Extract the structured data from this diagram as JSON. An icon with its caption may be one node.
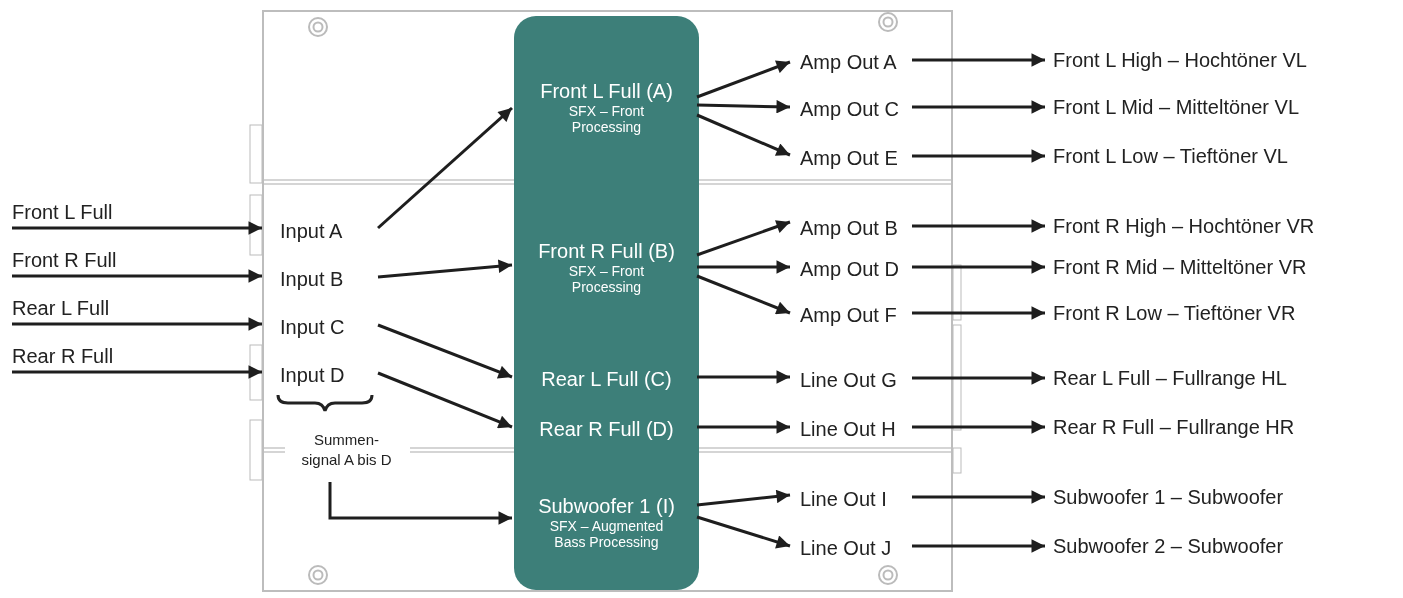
{
  "diagram": {
    "nodes": [
      {
        "text": [],
        "shape": "box"
      },
      {
        "text": [],
        "shape": "box",
        "in": 0
      },
      {
        "text": [
          "Front L Full (A)",
          "SFX – Front Processing"
        ],
        "in": 1
      },
      {
        "text": [
          "Front R Full (B)",
          "SFX – Front Processing"
        ],
        "in": 1
      },
      {
        "text": [
          "Rear L Full (C)"
        ],
        "in": 1
      },
      {
        "text": [
          "Rear R Full (D)"
        ],
        "in": 1
      },
      {
        "text": [
          "Subwoofer 1 (I)",
          "SFX – Augmented Bass Processing"
        ],
        "in": 1
      },
      {
        "text": [
          "Input A"
        ],
        "in": 0
      },
      {
        "text": [
          "Input B"
        ],
        "in": 0
      },
      {
        "text": [
          "Input C"
        ],
        "in": 0
      },
      {
        "text": [
          "Input D"
        ],
        "in": 0
      },
      {
        "text": [
          "Summen- signal A bis D"
        ],
        "in": 0
      },
      {
        "text": [
          "Amp Out A"
        ],
        "in": 0
      },
      {
        "text": [
          "Amp Out C"
        ],
        "in": 0
      },
      {
        "text": [
          "Amp Out E"
        ],
        "in": 0
      },
      {
        "text": [
          "Amp Out B"
        ],
        "in": 0
      },
      {
        "text": [
          "Amp Out D"
        ],
        "in": 0
      },
      {
        "text": [
          "Amp Out F"
        ],
        "in": 0
      },
      {
        "text": [
          "Line Out G"
        ],
        "in": 0
      },
      {
        "text": [
          "Line Out H"
        ],
        "in": 0
      },
      {
        "text": [
          "Line Out I"
        ],
        "in": 0
      },
      {
        "text": [
          "Line Out J"
        ],
        "in": 0
      },
      {
        "text": [
          "Front L High – Hochtöner VL"
        ]
      },
      {
        "text": [
          "Front L Mid – Mitteltöner VL"
        ]
      },
      {
        "text": [
          "Front L Low – Tieftöner VL"
        ]
      },
      {
        "text": [
          "Front R High – Hochtöner VR"
        ]
      },
      {
        "text": [
          "Front R Mid – Mitteltöner VR"
        ]
      },
      {
        "text": [
          "Front R Low – Tieftöner VR"
        ]
      },
      {
        "text": [
          "Rear L Full – Fullrange HL"
        ]
      },
      {
        "text": [
          "Rear R Full – Fullrange HR"
        ]
      },
      {
        "text": [
          "Subwoofer 1 – Subwoofer"
        ]
      },
      {
        "text": [
          "Subwoofer 2 – Subwoofer"
        ]
      }
    ],
    "edges": [
      {
        "from": null,
        "to": 0,
        "arrow": "to",
        "label": "Front L Full"
      },
      {
        "from": null,
        "to": 0,
        "arrow": "to",
        "label": "Front R Full"
      },
      {
        "from": null,
        "to": 0,
        "arrow": "to",
        "label": "Rear L Full"
      },
      {
        "from": null,
        "to": 0,
        "arrow": "to",
        "label": "Rear R Full"
      },
      {
        "from": 7,
        "to": 2,
        "arrow": "to"
      },
      {
        "from": 8,
        "to": 3,
        "arrow": "to"
      },
      {
        "from": 9,
        "to": 4,
        "arrow": "to"
      },
      {
        "from": 10,
        "to": 5,
        "arrow": "to"
      },
      {
        "from": 11,
        "to": 6,
        "arrow": "to"
      },
      {
        "from": 2,
        "to": 12,
        "arrow": "to"
      },
      {
        "from": 2,
        "to": 13,
        "arrow": "to"
      },
      {
        "from": 2,
        "to": 14,
        "arrow": "to"
      },
      {
        "from": 3,
        "to": 15,
        "arrow": "to"
      },
      {
        "from": 3,
        "to": 16,
        "arrow": "to"
      },
      {
        "from": 3,
        "to": 17,
        "arrow": "to"
      },
      {
        "from": 4,
        "to": 18,
        "arrow": "to"
      },
      {
        "from": 5,
        "to": 19,
        "arrow": "to"
      },
      {
        "from": 6,
        "to": 20,
        "arrow": "to"
      },
      {
        "from": 6,
        "to": 21,
        "arrow": "to"
      },
      {
        "from": 12,
        "to": 22,
        "arrow": "to"
      },
      {
        "from": 13,
        "to": 23,
        "arrow": "to"
      },
      {
        "from": 14,
        "to": 24,
        "arrow": "to"
      },
      {
        "from": 15,
        "to": 25,
        "arrow": "to"
      },
      {
        "from": 16,
        "to": 26,
        "arrow": "to"
      },
      {
        "from": 17,
        "to": 27,
        "arrow": "to"
      },
      {
        "from": 18,
        "to": 28,
        "arrow": "to"
      },
      {
        "from": 19,
        "to": 29,
        "arrow": "to"
      },
      {
        "from": 20,
        "to": 30,
        "arrow": "to"
      },
      {
        "from": 21,
        "to": 31,
        "arrow": "to"
      }
    ]
  }
}
